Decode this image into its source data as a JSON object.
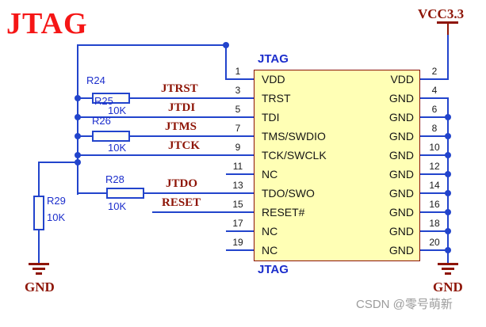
{
  "title": "JTAG",
  "watermark": "CSDN @零号萌新",
  "colors": {
    "wire": "#2244cc",
    "net_label": "#8e1507",
    "ic_fill": "#ffffb5",
    "ic_border": "#8b1206",
    "title": "#f51616",
    "designator_blue": "#1c2ecc"
  },
  "power": {
    "vcc": "VCC3.3",
    "gnd_left": "GND",
    "gnd_right": "GND"
  },
  "net_labels": {
    "jtrst": "JTRST",
    "jtdi": "JTDI",
    "jtms": "JTMS",
    "jtck": "JTCK",
    "jtdo": "JTDO",
    "reset": "RESET"
  },
  "resistors": [
    {
      "designator": "R24",
      "value": "10K"
    },
    {
      "designator": "R25",
      "value": ""
    },
    {
      "designator": "R26",
      "value": "10K"
    },
    {
      "designator": "R28",
      "value": "10K"
    },
    {
      "designator": "R29",
      "value": "10K"
    }
  ],
  "ic": {
    "label_top": "JTAG",
    "label_bottom": "JTAG",
    "left_pins": [
      {
        "num": "1",
        "name": "VDD"
      },
      {
        "num": "3",
        "name": "TRST"
      },
      {
        "num": "5",
        "name": "TDI"
      },
      {
        "num": "7",
        "name": "TMS/SWDIO"
      },
      {
        "num": "9",
        "name": "TCK/SWCLK"
      },
      {
        "num": "11",
        "name": "NC"
      },
      {
        "num": "13",
        "name": "TDO/SWO"
      },
      {
        "num": "15",
        "name": "RESET#"
      },
      {
        "num": "17",
        "name": "NC"
      },
      {
        "num": "19",
        "name": "NC"
      }
    ],
    "right_pins": [
      {
        "num": "2",
        "name": "VDD"
      },
      {
        "num": "4",
        "name": "GND"
      },
      {
        "num": "6",
        "name": "GND"
      },
      {
        "num": "8",
        "name": "GND"
      },
      {
        "num": "10",
        "name": "GND"
      },
      {
        "num": "12",
        "name": "GND"
      },
      {
        "num": "14",
        "name": "GND"
      },
      {
        "num": "16",
        "name": "GND"
      },
      {
        "num": "18",
        "name": "GND"
      },
      {
        "num": "20",
        "name": "GND"
      }
    ]
  }
}
